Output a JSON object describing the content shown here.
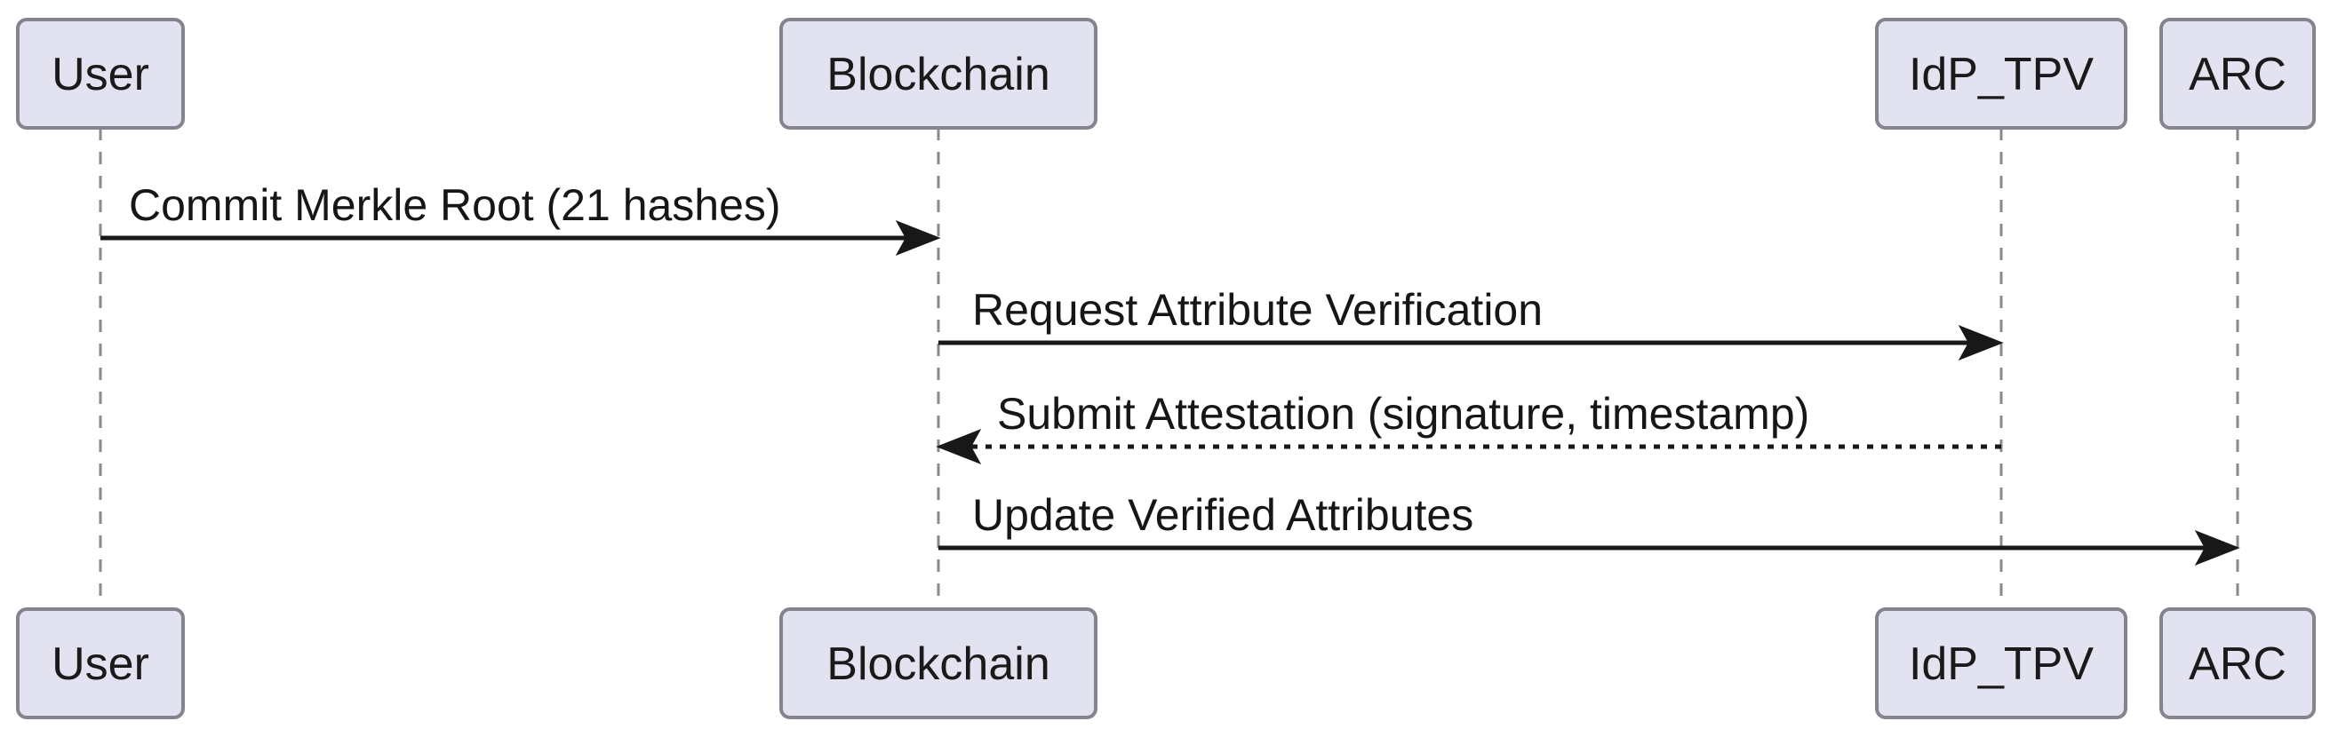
{
  "diagram": {
    "kind": "uml-sequence-diagram",
    "background_color": "#ffffff",
    "colors": {
      "participant_fill": "#E2E2F0",
      "participant_border": "#84848F",
      "lifeline": "#8A8A8A",
      "message_line": "#181818",
      "text": "#161616"
    },
    "participants": [
      {
        "id": "user",
        "label": "User"
      },
      {
        "id": "blockchain",
        "label": "Blockchain"
      },
      {
        "id": "idp_tpv",
        "label": "IdP_TPV"
      },
      {
        "id": "arc",
        "label": "ARC"
      }
    ],
    "messages": [
      {
        "from": "User",
        "to": "Blockchain",
        "label": "Commit Merkle Root (21 hashes)",
        "line_style": "solid",
        "direction": "right"
      },
      {
        "from": "Blockchain",
        "to": "IdP_TPV",
        "label": "Request Attribute Verification",
        "line_style": "solid",
        "direction": "right"
      },
      {
        "from": "IdP_TPV",
        "to": "Blockchain",
        "label": "Submit Attestation (signature, timestamp)",
        "line_style": "dotted",
        "direction": "left"
      },
      {
        "from": "Blockchain",
        "to": "ARC",
        "label": "Update Verified Attributes",
        "line_style": "solid",
        "direction": "right"
      }
    ]
  }
}
